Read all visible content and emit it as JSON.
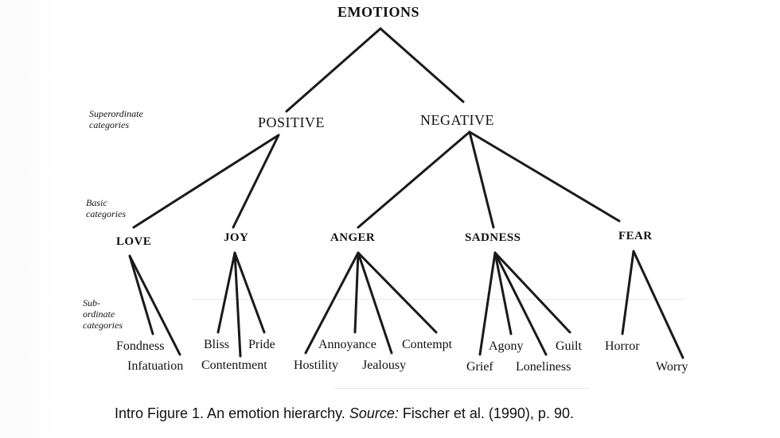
{
  "diagram": {
    "root": "EMOTIONS",
    "superordinate": [
      "POSITIVE",
      "NEGATIVE"
    ],
    "basic": [
      "LOVE",
      "JOY",
      "ANGER",
      "SADNESS",
      "FEAR"
    ],
    "subordinate": {
      "love": [
        "Fondness",
        "Infatuation"
      ],
      "joy": [
        "Bliss",
        "Pride",
        "Contentment"
      ],
      "anger": [
        "Annoyance",
        "Contempt",
        "Hostility",
        "Jealousy"
      ],
      "sadness": [
        "Agony",
        "Guilt",
        "Grief",
        "Loneliness"
      ],
      "fear": [
        "Horror",
        "Worry"
      ]
    },
    "level_labels": {
      "superordinate": "Superordinate\ncategories",
      "basic": "Basic\ncategories",
      "subordinate": "Sub-\nordinate\ncategories"
    }
  },
  "caption": {
    "lead": "Intro Figure 1. An emotion hierarchy. ",
    "source_label": "Source:",
    "citation": " Fischer et al. (1990), p. 90."
  }
}
